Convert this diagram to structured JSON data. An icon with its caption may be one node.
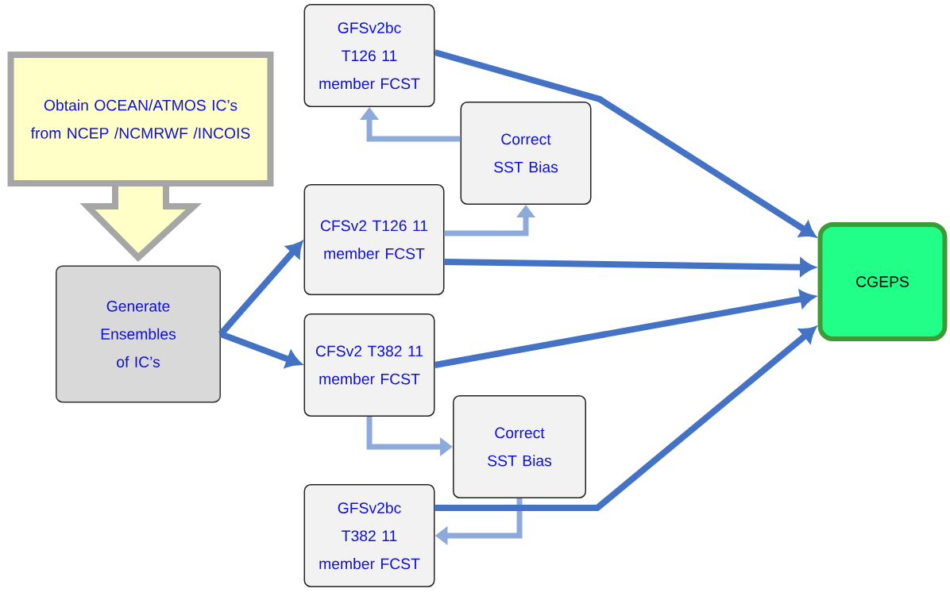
{
  "diagram": {
    "nodes": [
      {
        "text": [
          "Obtain OCEAN/ATMOS IC’s from NCEP /NCMRWF /INCOIS"
        ]
      },
      {
        "text": [
          "Generate Ensembles of IC’s"
        ]
      },
      {
        "text": [
          "GFSv2bc T126 11 member FCST"
        ]
      },
      {
        "text": [
          "Correct SST Bias"
        ]
      },
      {
        "text": [
          "CFSv2 T126 11 member FCST"
        ]
      },
      {
        "text": [
          "CFSv2 T382 11 member FCST"
        ]
      },
      {
        "text": [
          "Correct SST Bias"
        ]
      },
      {
        "text": [
          "GFSv2bc T382 11 member FCST"
        ]
      },
      {
        "text": [
          "CGEPS"
        ]
      }
    ],
    "edges": [
      {
        "from": 0,
        "to": 1,
        "arrow": "to",
        "style": "thick",
        "color": "#a6a6a6"
      },
      {
        "from": 1,
        "to": 4,
        "arrow": "to"
      },
      {
        "from": 1,
        "to": 5,
        "arrow": "to"
      },
      {
        "from": 4,
        "to": 3,
        "arrow": "to",
        "color": "#8eaadb"
      },
      {
        "from": 3,
        "to": 2,
        "arrow": "to",
        "color": "#8eaadb"
      },
      {
        "from": 5,
        "to": 6,
        "arrow": "to",
        "color": "#8eaadb"
      },
      {
        "from": 6,
        "to": 7,
        "arrow": "to",
        "color": "#8eaadb"
      },
      {
        "from": 2,
        "to": 8,
        "arrow": "to"
      },
      {
        "from": 4,
        "to": 8,
        "arrow": "to"
      },
      {
        "from": 5,
        "to": 8,
        "arrow": "to"
      },
      {
        "from": 7,
        "to": 8,
        "arrow": "to"
      }
    ]
  }
}
